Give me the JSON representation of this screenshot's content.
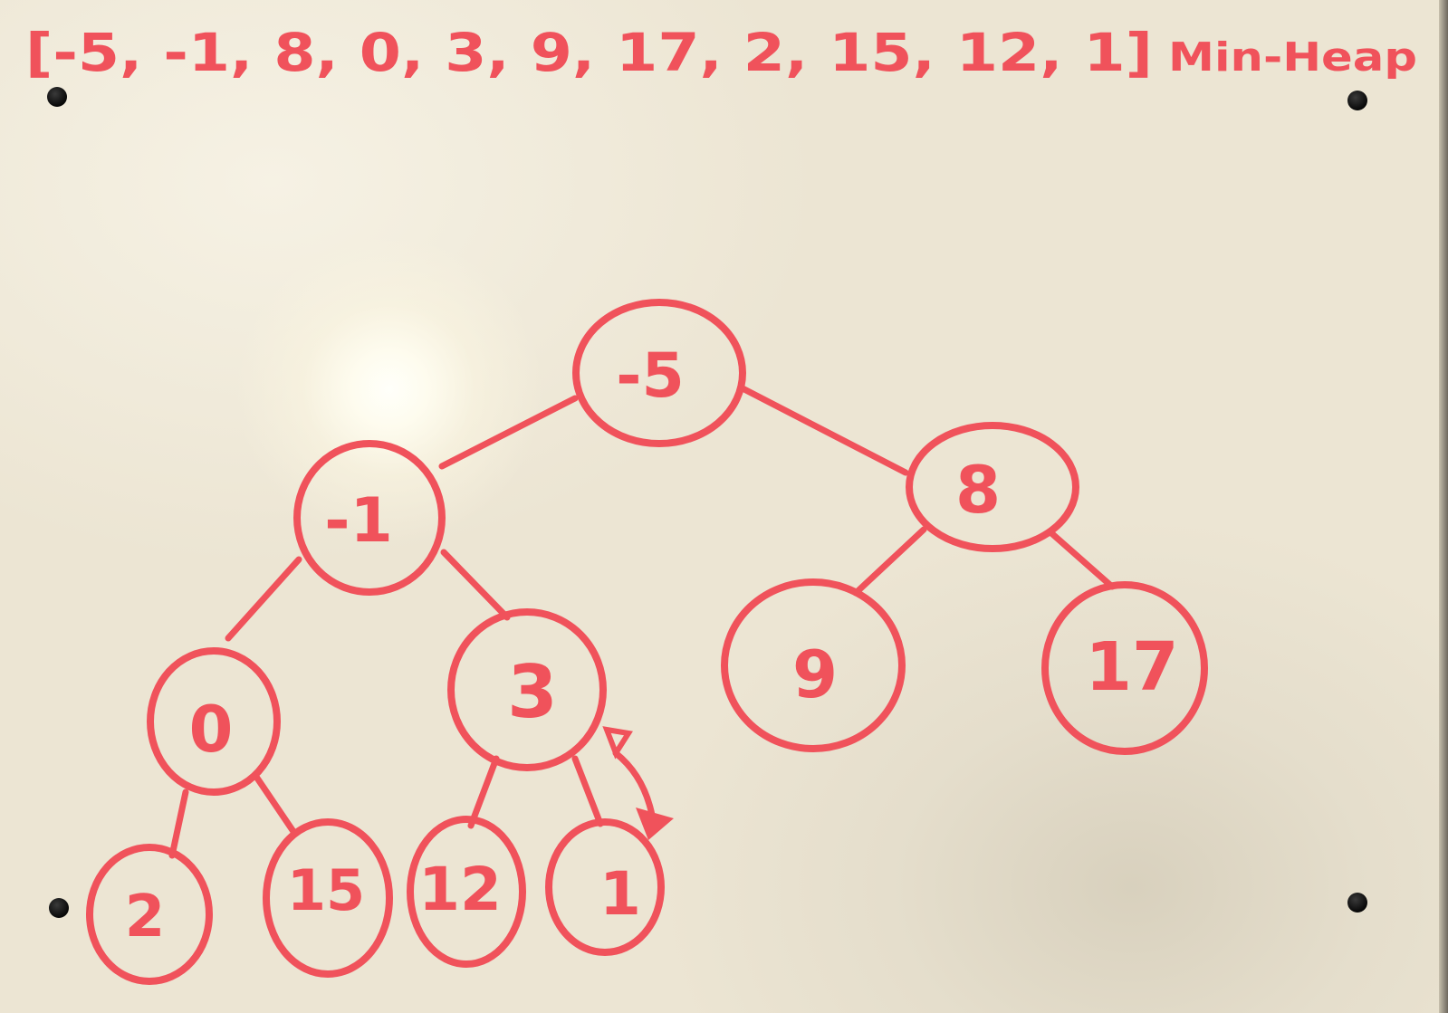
{
  "array_text": "[-5, -1, 8, 0, 3, 9, 17, 2, 15, 12, 1]",
  "heap_label": "Min-Heap",
  "nodes": [
    {
      "id": "n0",
      "value": "-5"
    },
    {
      "id": "n1",
      "value": "-1"
    },
    {
      "id": "n2",
      "value": "8"
    },
    {
      "id": "n3",
      "value": "0"
    },
    {
      "id": "n4",
      "value": "3"
    },
    {
      "id": "n5",
      "value": "9"
    },
    {
      "id": "n6",
      "value": "17"
    },
    {
      "id": "n7",
      "value": "2"
    },
    {
      "id": "n8",
      "value": "15"
    },
    {
      "id": "n9",
      "value": "12"
    },
    {
      "id": "n10",
      "value": "1"
    }
  ],
  "edges": [
    {
      "from": "n0",
      "to": "n1"
    },
    {
      "from": "n0",
      "to": "n2"
    },
    {
      "from": "n1",
      "to": "n3"
    },
    {
      "from": "n1",
      "to": "n4"
    },
    {
      "from": "n2",
      "to": "n5"
    },
    {
      "from": "n2",
      "to": "n6"
    },
    {
      "from": "n3",
      "to": "n7"
    },
    {
      "from": "n3",
      "to": "n8"
    },
    {
      "from": "n4",
      "to": "n9"
    },
    {
      "from": "n4",
      "to": "n10"
    }
  ],
  "swap_arrow": {
    "between": [
      "n4",
      "n10"
    ]
  },
  "colors": {
    "marker": "#f0525b",
    "board": "#ece5d3",
    "magnet": "#111111"
  }
}
